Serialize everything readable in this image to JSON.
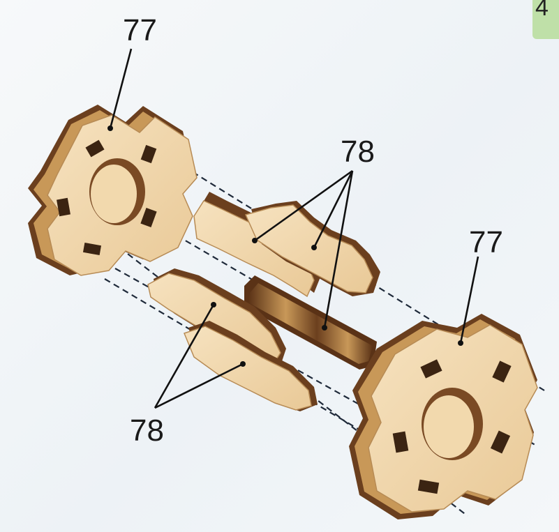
{
  "step_number": "4",
  "labels": {
    "gear_top_left": "77",
    "bars_top": "78",
    "gear_bottom_right": "77",
    "bars_bottom": "78"
  },
  "colors": {
    "wood_light": "#f1d8ad",
    "wood_mid": "#caa06a",
    "wood_dark": "#6b3f1e",
    "leader_line": "#111111",
    "guide_dash": "#1f2a3a"
  }
}
